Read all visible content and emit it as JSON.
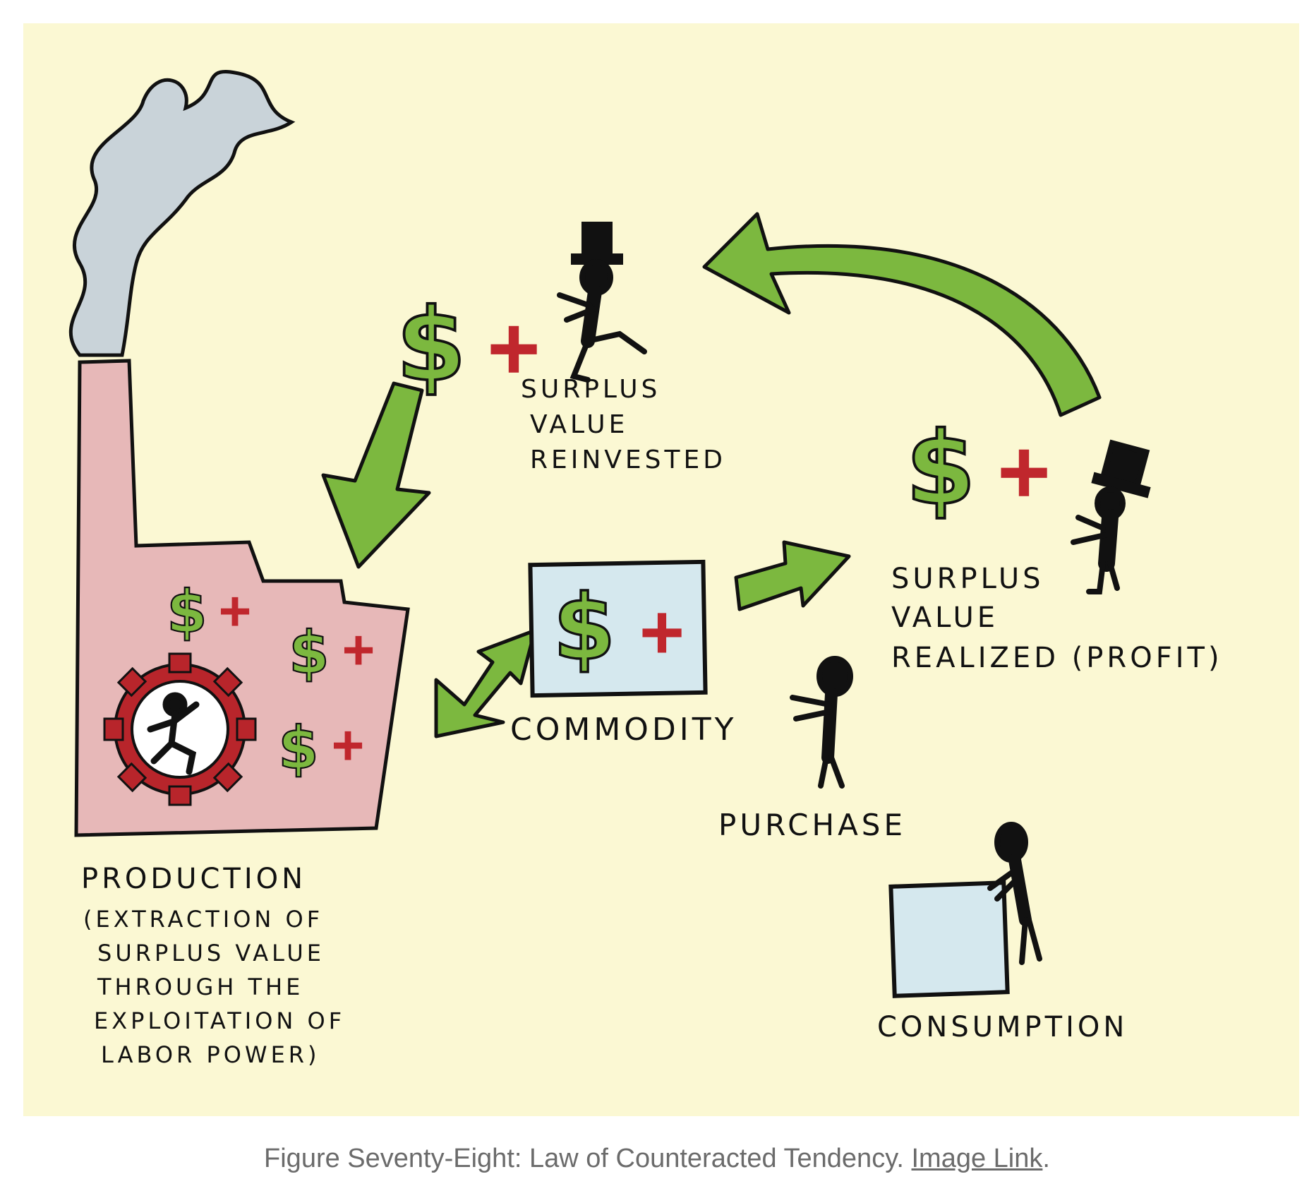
{
  "diagram": {
    "labels": {
      "reinvested": [
        "SURPLUS",
        "VALUE",
        "REINVESTED"
      ],
      "realized": [
        "SURPLUS",
        "VALUE",
        "REALIZED (PROFIT)"
      ],
      "commodity": "COMMODITY",
      "purchase": "PURCHASE",
      "consumption": "CONSUMPTION",
      "production": [
        "PRODUCTION",
        "(EXTRACTION OF",
        "SURPLUS VALUE",
        "THROUGH THE",
        "EXPLOITATION OF",
        "LABOR POWER)"
      ]
    },
    "symbols": {
      "dollar": "$",
      "plus": "+"
    },
    "colors": {
      "background": "#fbf8d3",
      "factory": "#e7b8b8",
      "smoke": "#c9d3d9",
      "arrow": "#7cb83f",
      "dollar": "#7cb83f",
      "plus": "#c0272d",
      "gear": "#b8252b",
      "box": "#d5e8ee",
      "ink": "#111111"
    }
  },
  "caption": {
    "text": "Figure Seventy-Eight: Law of Counteracted Tendency. ",
    "link_label": "Image Link",
    "end": "."
  }
}
